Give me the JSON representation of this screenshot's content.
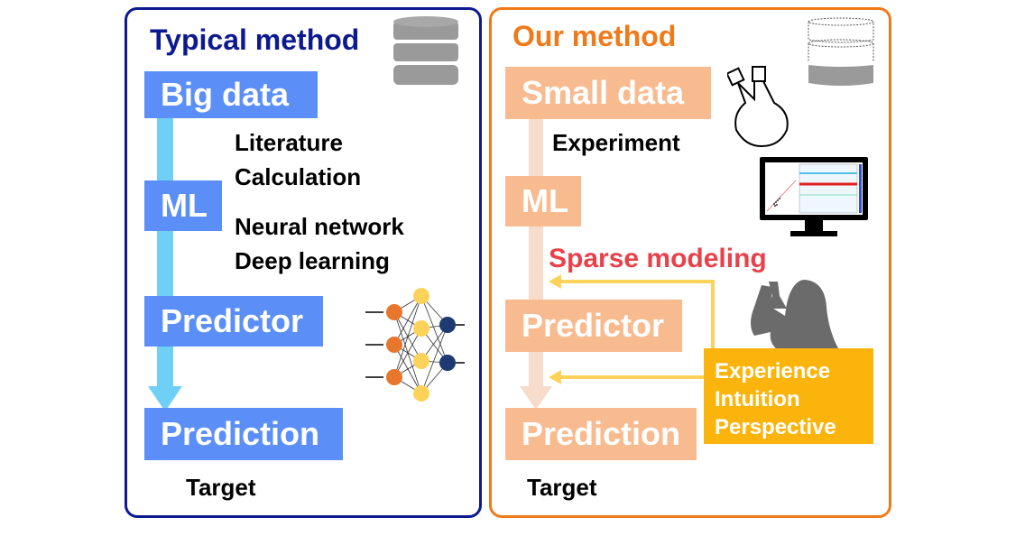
{
  "left_panel": {
    "title": "Typical method",
    "title_color": "#0d1a8f",
    "border_color": "#0d1a8f",
    "box_color": "#5b8ff7",
    "arrow_color": "#6fd0f5",
    "steps": [
      "Big data",
      "ML",
      "Predictor",
      "Prediction"
    ],
    "data_sources": [
      "Literature",
      "Calculation"
    ],
    "ml_methods": [
      "Neural network",
      "Deep learning"
    ],
    "target_label": "Target",
    "icons": [
      "database-icon",
      "neural-network-icon"
    ]
  },
  "right_panel": {
    "title": "Our method",
    "title_color": "#f07a1a",
    "border_color": "#f07a1a",
    "box_color": "#f8bb90",
    "steps": [
      "Small data",
      "ML",
      "Predictor",
      "Prediction"
    ],
    "data_source": "Experiment",
    "ml_method": "Sparse modeling",
    "ml_method_color": "#e8414a",
    "human_knowledge": [
      "Experience",
      "Intuition",
      "Perspective"
    ],
    "human_box_color": "#fbb40b",
    "target_label": "Target",
    "icons": [
      "partial-database-icon",
      "flask-icon",
      "monitor-chart-icon",
      "scientist-icon"
    ]
  }
}
